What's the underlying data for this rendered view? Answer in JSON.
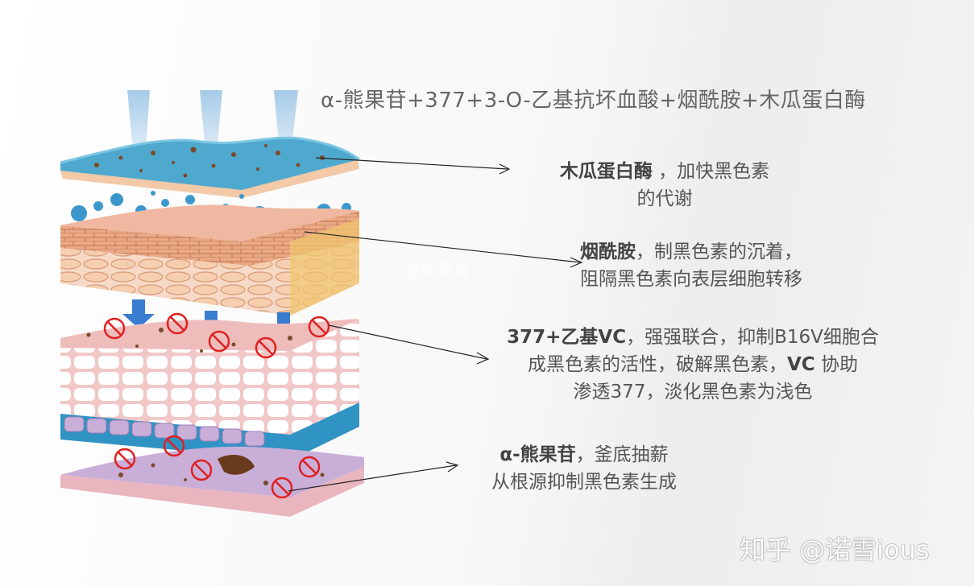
{
  "title": "α-熊果苷+377+3-O-乙基抗坏血酸+烟酰胺+木瓜蛋白酶",
  "annotations": [
    {
      "bold": "木瓜蛋白酶",
      "line1_rest": " ，加快黑色素",
      "line2": "的代谢"
    },
    {
      "bold": "烟酰胺",
      "line1_rest": "，制黑色素的沉着，",
      "line2": "阻隔黑色素向表层细胞转移"
    },
    {
      "bold": "377+乙基VC",
      "line1_rest": "，强强联合，抑制B16V细胞合",
      "line2_pre": "成黑色素的活性，破解黑色素，",
      "line2_bold": "VC",
      "line2_post": " 协助",
      "line3": "渗透377，淡化黑色素为浅色"
    },
    {
      "bold": "α-熊果苷",
      "line1_rest": "，釜底抽薪",
      "line2": "从根源抑制黑色素生成"
    }
  ],
  "ghost_text": "α-熊果苷",
  "watermark": "知乎 @诺雪ious",
  "colors": {
    "top_layer": "#5ab4d6",
    "brick": "#e8a882",
    "pink": "#f2c4c4",
    "cell_blue": "#2f93c4",
    "purple": "#c9aed8",
    "no_sign": "#e02020",
    "arrow": "#3a7ccf"
  }
}
